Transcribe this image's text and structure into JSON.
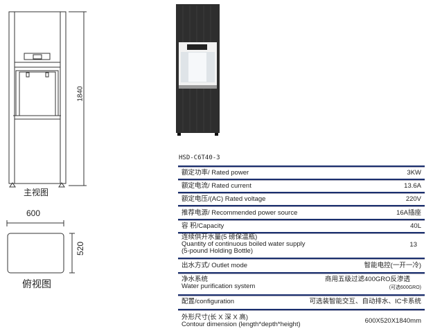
{
  "front_view": {
    "label": "主视图",
    "height_dim": "1840"
  },
  "top_view": {
    "label": "俯视图",
    "width_dim": "600",
    "depth_dim": "520"
  },
  "spec": {
    "model": "HSD-C6T40-3",
    "rows": [
      {
        "label": "额定功率/ Rated power",
        "value": "3KW"
      },
      {
        "label": "额定电流/ Rated current",
        "value": "13.6A"
      },
      {
        "label": "额定电压/(AC) Rated voltage",
        "value": "220V"
      },
      {
        "label": "推荐电源/ Recommended power source",
        "value": "16A插座"
      },
      {
        "label": "容  积/Capacity",
        "value": "40L"
      },
      {
        "label": "连续供开水量(5 磅保温瓶)",
        "label2": "Quantity of continuous boiled water supply",
        "label3": "(5-pound Holding Bottle)",
        "value": "13"
      },
      {
        "label": "出水方式/ Outlet mode",
        "value": "智能电控(一开一冷)"
      },
      {
        "label": "净水系统",
        "label2": "Water purification system",
        "value": "商用五级过滤400GRO反渗透",
        "value2": "(可选600GRO)"
      },
      {
        "label": "配置/configuration",
        "value": "可选装智能交互、自动排水、IC卡系统"
      },
      {
        "label": "外形尺寸(长 X 深 X 高)",
        "label2": "Contour dimension (length*depth*height)",
        "value": "600X520X1840mm"
      }
    ]
  }
}
